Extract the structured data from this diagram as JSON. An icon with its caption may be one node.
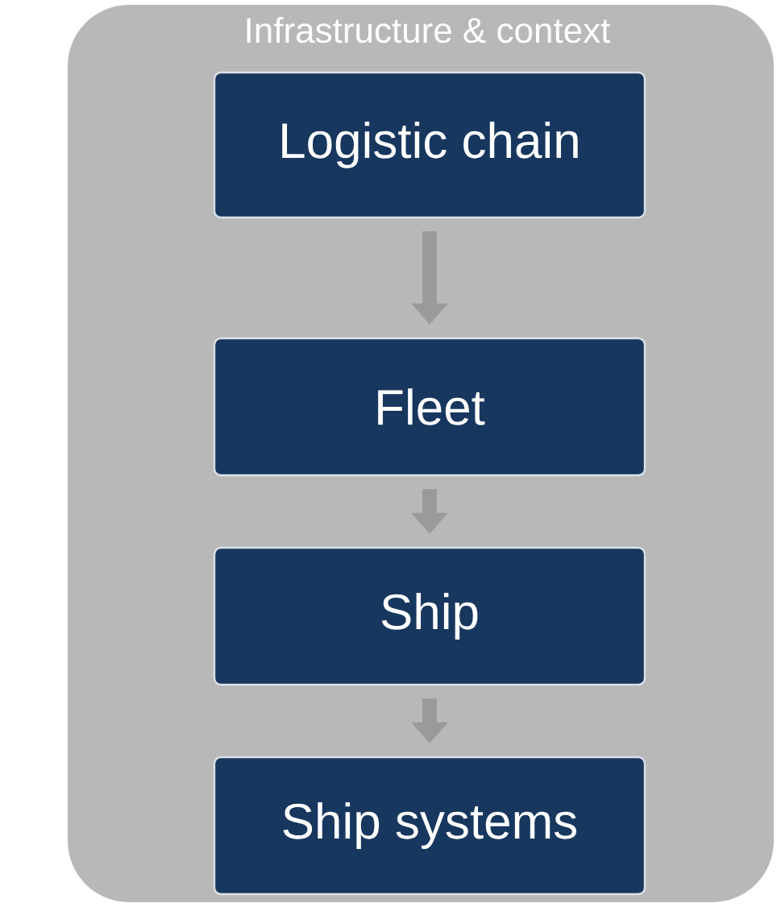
{
  "diagram": {
    "nodes": [
      {
        "text": [
          "Infrastructure & context"
        ]
      },
      {
        "text": [
          "Logistic chain"
        ],
        "in": 0
      },
      {
        "text": [
          "Fleet"
        ],
        "in": 0
      },
      {
        "text": [
          "Ship"
        ],
        "in": 0
      },
      {
        "text": [
          "Ship systems"
        ],
        "in": 0
      }
    ],
    "edges": [
      {
        "from": 1,
        "to": 2,
        "arrow": "to"
      },
      {
        "from": 2,
        "to": 3,
        "arrow": "to"
      },
      {
        "from": 3,
        "to": 4,
        "arrow": "to"
      }
    ]
  }
}
